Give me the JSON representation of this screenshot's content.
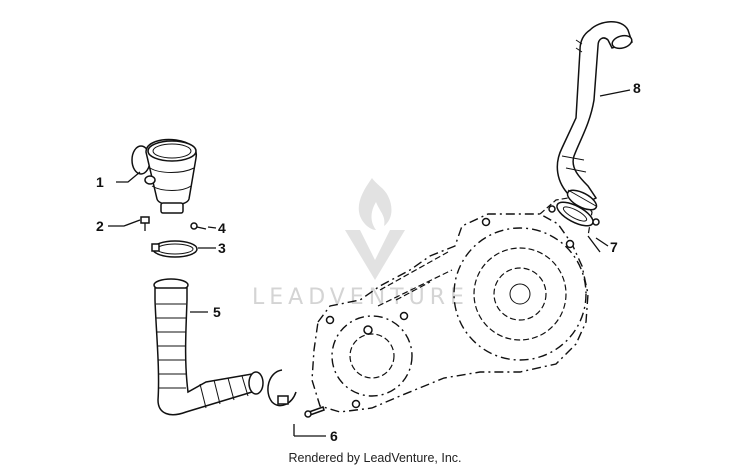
{
  "callouts": [
    {
      "id": "1",
      "label": "1"
    },
    {
      "id": "2",
      "label": "2"
    },
    {
      "id": "3",
      "label": "3"
    },
    {
      "id": "4",
      "label": "4"
    },
    {
      "id": "5",
      "label": "5"
    },
    {
      "id": "6",
      "label": "6"
    },
    {
      "id": "7",
      "label": "7"
    },
    {
      "id": "8",
      "label": "8"
    }
  ],
  "watermark": {
    "text": "LEADVENTURE"
  },
  "footer": {
    "credit": "Rendered by LeadVenture, Inc."
  }
}
